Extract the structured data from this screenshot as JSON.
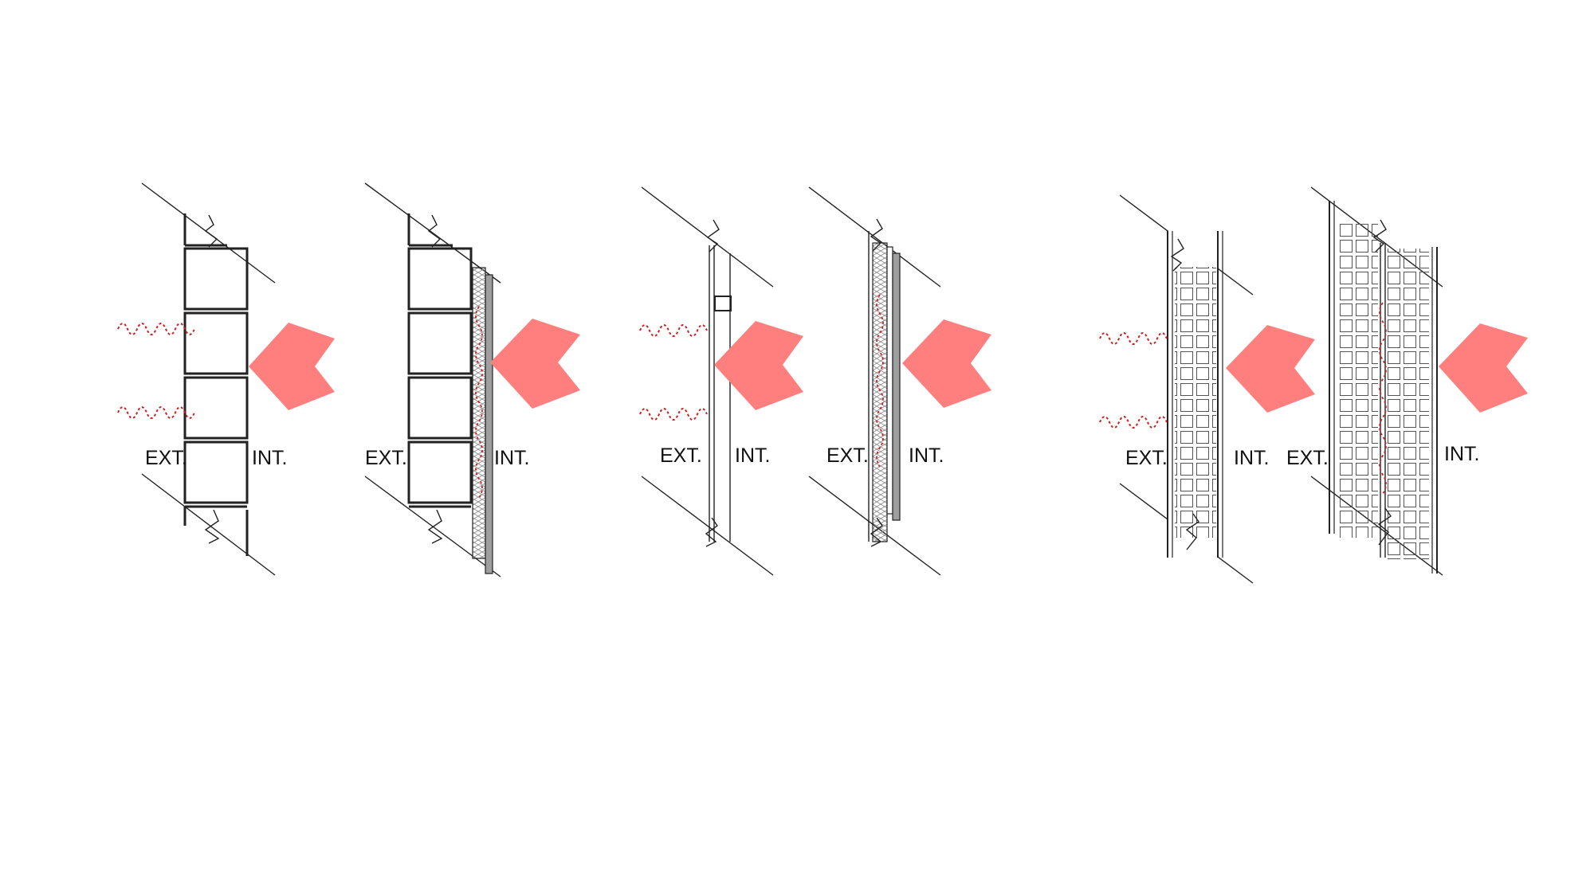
{
  "colors": {
    "heat_arrow": "#FF7F7F",
    "moisture": "#D11F1F",
    "line": "#222222",
    "finish": "#9E9E9E"
  },
  "panels": [
    {
      "id": "masonry",
      "ext_label": "EXT.",
      "int_label": "INT."
    },
    {
      "id": "masonry-insulated",
      "ext_label": "EXT.",
      "int_label": "INT."
    },
    {
      "id": "frame",
      "ext_label": "EXT.",
      "int_label": "INT."
    },
    {
      "id": "frame-insulated",
      "ext_label": "EXT.",
      "int_label": "INT."
    },
    {
      "id": "block",
      "ext_label": "EXT.",
      "int_label": "INT."
    },
    {
      "id": "block-double",
      "ext_label": "EXT.",
      "int_label": "INT."
    }
  ]
}
